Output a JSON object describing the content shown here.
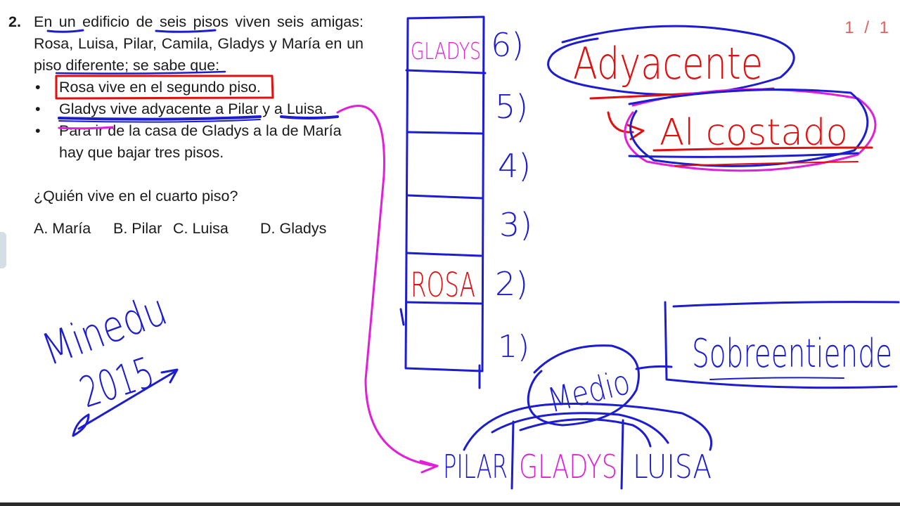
{
  "problem": {
    "number": "2.",
    "stem": "En un edificio de seis pisos viven seis amigas: Rosa, Luisa, Pilar, Camila, Gladys y María en un piso diferente; se sabe que:",
    "conditions": [
      "Rosa vive en el segundo piso.",
      "Gladys vive adyacente a Pilar y a Luisa.",
      "Para ir de la casa de Gladys a la de María hay que bajar tres pisos."
    ],
    "question": "¿Quién vive en el cuarto piso?",
    "options": [
      "A. María",
      "B. Pilar",
      "C. Luisa",
      "D. Gladys"
    ]
  },
  "page_counter": "1 / 1",
  "annotations": {
    "source": "Minedu",
    "year": "2015",
    "floors": [
      "6)",
      "5)",
      "4)",
      "3)",
      "2)",
      "1)"
    ],
    "floor_6_name": "GLADYS",
    "floor_2_name": "ROSA",
    "adjacent_word": "Adyacente",
    "meaning": "Al costado",
    "middle_word": "Medio",
    "sobreentiende": "Sobreentiende",
    "bottom_row": [
      "PILAR",
      "GLADYS",
      "LUISA"
    ]
  },
  "colors": {
    "red_ink": "#e01010",
    "blue_ink": "#1c1cd0",
    "magenta_ink": "#e020d8",
    "page_counter": "#e06060"
  }
}
